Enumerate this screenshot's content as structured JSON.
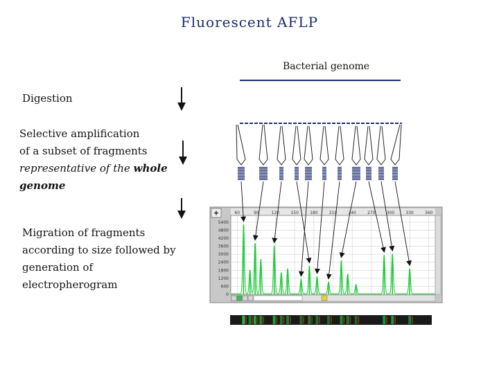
{
  "title": "Fluorescent AFLP",
  "genome_label": "Bacterial genome",
  "steps": {
    "digestion": "Digestion",
    "selective_1": "Selective amplification",
    "selective_2": "of a subset of fragments",
    "selective_3_prefix": "representative of the",
    "selective_3_bold": "whole",
    "selective_4": "genome",
    "migration_1": "Migration of fragments",
    "migration_2": "according to size followed by",
    "migration_3": "generation of",
    "migration_4": "electropherogram"
  },
  "colors": {
    "genome_line": "#1c2a6e",
    "fragment_bars": "#1c2a6e",
    "peaks": "#1ecb3a",
    "gel_background": "#1a1a1a"
  },
  "electropherogram": {
    "x_ticks": [
      "60",
      "90",
      "120",
      "150",
      "180",
      "210",
      "240",
      "270",
      "300",
      "330",
      "360"
    ],
    "y_ticks": [
      "5400",
      "4800",
      "4200",
      "3600",
      "3000",
      "2400",
      "1800",
      "1200",
      "600",
      "0"
    ]
  },
  "chart_data": {
    "type": "line",
    "x": [
      70,
      80,
      88,
      97,
      118,
      129,
      139,
      160,
      173,
      185,
      203,
      223,
      233,
      246,
      290,
      303,
      330
    ],
    "y": [
      5200,
      1800,
      3800,
      2600,
      3600,
      1600,
      1900,
      1100,
      2100,
      1300,
      900,
      2500,
      1500,
      700,
      2900,
      3000,
      1900
    ],
    "xlim": [
      50,
      370
    ],
    "ylim": [
      0,
      5700
    ],
    "grid": true
  }
}
